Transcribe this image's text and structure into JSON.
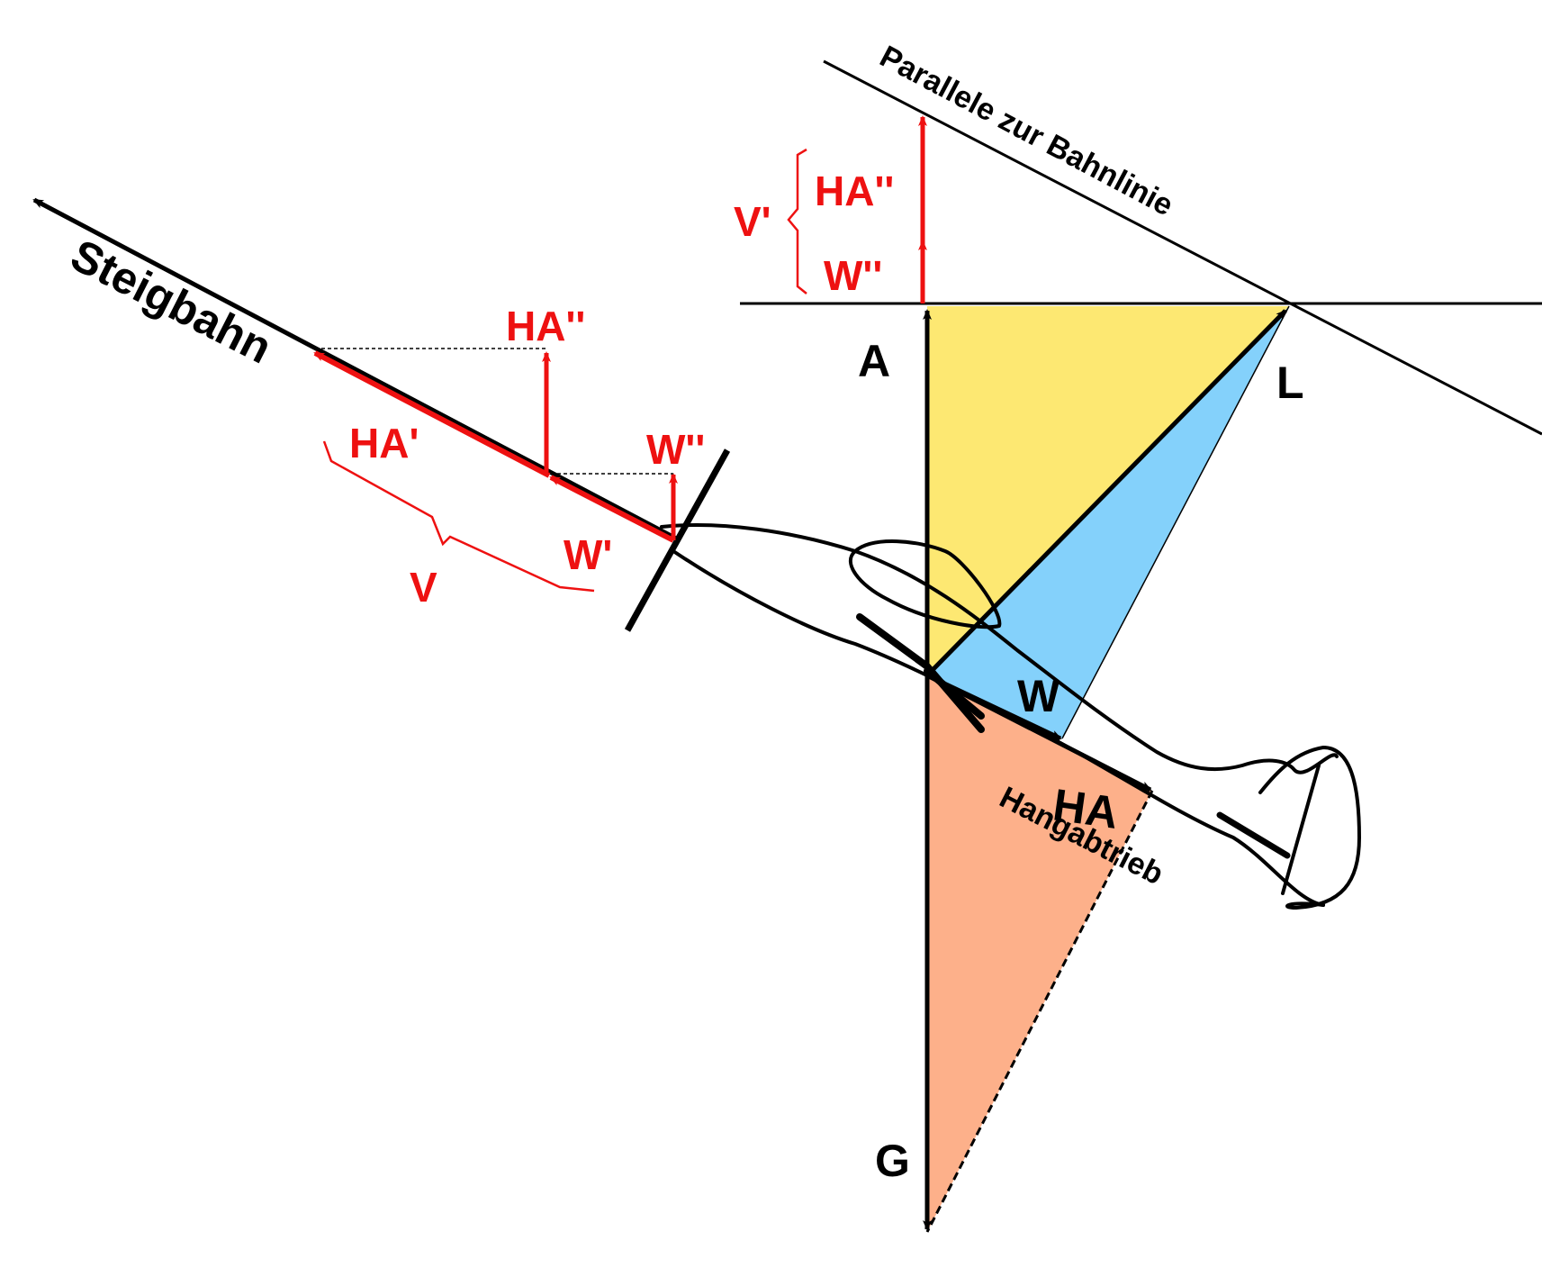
{
  "labels": {
    "steigbahn": "Steigbahn",
    "parallele": "Parallele zur Bahnlinie",
    "hangabtrieb": "Hangabtrieb",
    "A": "A",
    "G": "G",
    "L": "L",
    "W": "W",
    "HA": "HA",
    "HA_dd_left": "HA''",
    "HA_d_left": "HA'",
    "W_dd_left": "W''",
    "W_d_left": "W'",
    "V_left": "V",
    "V_d_right": "V'",
    "HA_dd_right": "HA''",
    "W_dd_right": "W''"
  },
  "colors": {
    "red": "#ee1111",
    "black": "#000000",
    "yellow": "#fde872",
    "blue": "#84d1fb",
    "orange": "#fdb08a"
  }
}
